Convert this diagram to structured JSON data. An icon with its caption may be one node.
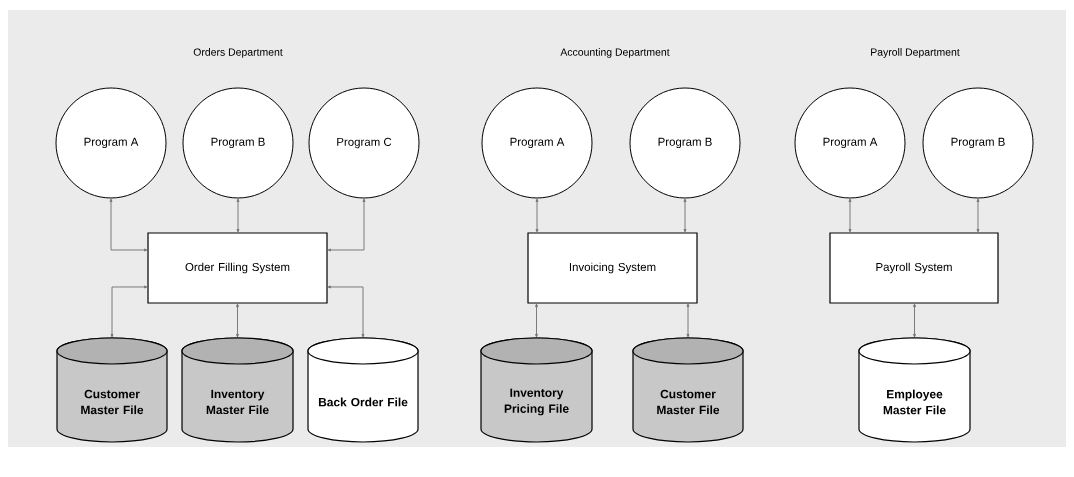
{
  "diagram": {
    "nodes": [
      {
        "text": [
          "Program A"
        ]
      },
      {
        "text": [
          "Program B"
        ]
      },
      {
        "text": [
          "Program C"
        ]
      },
      {
        "text": [
          "Order Filling System"
        ]
      },
      {
        "text": [
          "Customer Master File"
        ]
      },
      {
        "text": [
          "Inventory Master File"
        ]
      },
      {
        "text": [
          "Back Order File"
        ]
      },
      {
        "text": [
          "Program A"
        ]
      },
      {
        "text": [
          "Program B"
        ]
      },
      {
        "text": [
          "Invoicing System"
        ]
      },
      {
        "text": [
          "Inventory Pricing File"
        ]
      },
      {
        "text": [
          "Customer Master File"
        ]
      },
      {
        "text": [
          "Program A"
        ]
      },
      {
        "text": [
          "Program B"
        ]
      },
      {
        "text": [
          "Payroll System"
        ]
      },
      {
        "text": [
          "Employee Master File"
        ]
      }
    ],
    "edges": [
      {
        "from": 0,
        "to": 3,
        "arrow": "both"
      },
      {
        "from": 1,
        "to": 3,
        "arrow": "both"
      },
      {
        "from": 2,
        "to": 3,
        "arrow": "both"
      },
      {
        "from": 4,
        "to": 3,
        "arrow": "both"
      },
      {
        "from": 5,
        "to": 3,
        "arrow": "both"
      },
      {
        "from": 6,
        "to": 3,
        "arrow": "both"
      },
      {
        "from": 7,
        "to": 9,
        "arrow": "both"
      },
      {
        "from": 8,
        "to": 9,
        "arrow": "both"
      },
      {
        "from": 10,
        "to": 9,
        "arrow": "both"
      },
      {
        "from": 11,
        "to": 9,
        "arrow": "both"
      },
      {
        "from": 12,
        "to": 14,
        "arrow": "both"
      },
      {
        "from": 13,
        "to": 14,
        "arrow": "both"
      },
      {
        "from": 15,
        "to": 14,
        "arrow": "both"
      }
    ],
    "labels": [
      "Orders Department",
      "Accounting Department",
      "Payroll Department"
    ]
  }
}
